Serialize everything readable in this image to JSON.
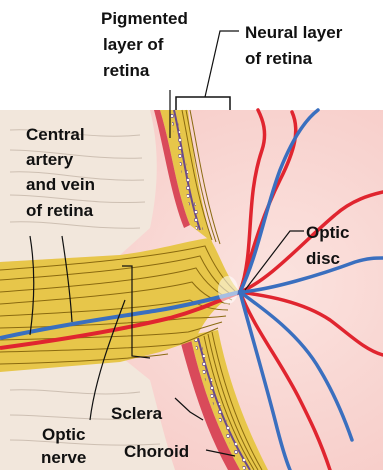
{
  "labels": {
    "pigmented_layer": [
      "Pigmented",
      "layer  of",
      "retina"
    ],
    "neural_layer": [
      "Neural layer",
      "of retina"
    ],
    "central_artery_vein": [
      "Central",
      "artery",
      "and vein",
      "of retina"
    ],
    "optic_disc": [
      "Optic",
      "disc"
    ],
    "sclera": "Sclera",
    "optic_nerve": [
      "Optic",
      "nerve"
    ],
    "choroid": "Choroid"
  },
  "colors": {
    "background": "#ffffff",
    "eye_interior": "#f6c8c4",
    "eye_interior_highlight": "#fbe3df",
    "nerve_fibers": "#e7c64a",
    "nerve_fiber_line": "#8a6a10",
    "sclera": "#f2e7dc",
    "choroid": "#d94a5a",
    "pigment": "#6a4a8a",
    "artery": "#e0252f",
    "vein": "#3a6fbf",
    "leader_line": "#111111"
  }
}
